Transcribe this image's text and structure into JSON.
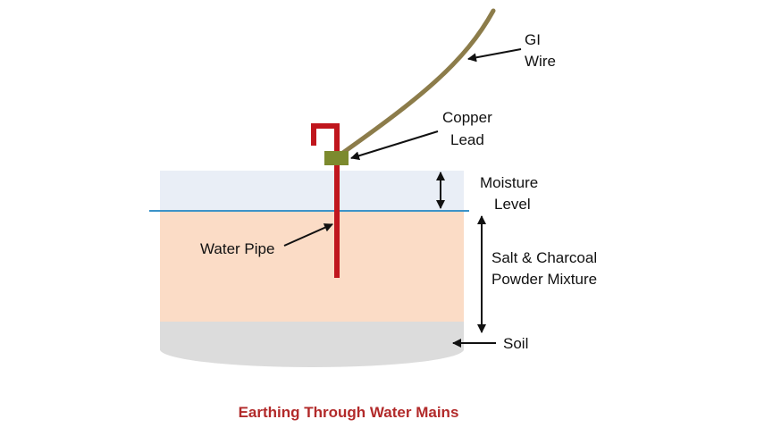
{
  "diagram": {
    "labels": {
      "gi_wire_line1": "GI",
      "gi_wire_line2": "Wire",
      "copper_lead_line1": "Copper",
      "copper_lead_line2": "Lead",
      "moisture_line1": "Moisture",
      "moisture_line2": "Level",
      "water_pipe": "Water Pipe",
      "mixture_line1": "Salt & Charcoal",
      "mixture_line2": "Powder Mixture",
      "soil": "Soil"
    },
    "caption": "Earthing Through Water Mains"
  },
  "colors": {
    "moisture_zone": "#e9eef6",
    "mixture_zone": "#fbdcc6",
    "soil_zone": "#dcdcdc",
    "water_line": "#3b93c9",
    "pipe": "#c0161d",
    "clamp": "#7c8a2e",
    "wire": "#8c7c4a",
    "caption": "#b22a2a",
    "text": "#111111"
  }
}
